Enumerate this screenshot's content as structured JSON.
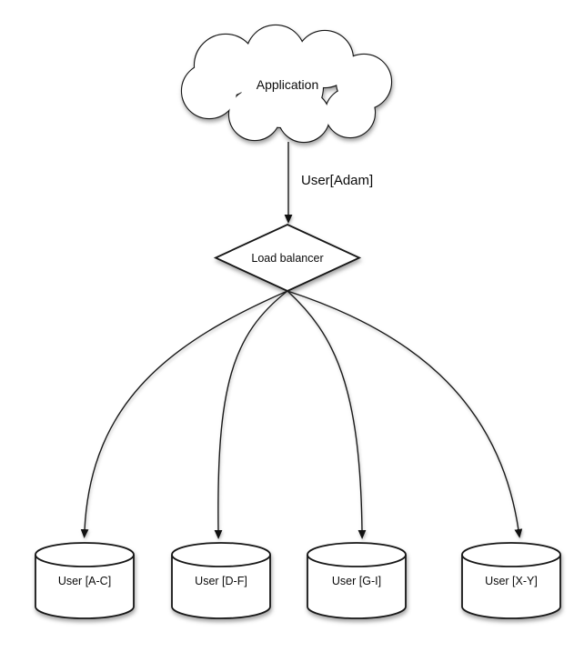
{
  "page": {
    "background": "#ffffff"
  },
  "diagram": {
    "type": "load-balanced-sharding-architecture",
    "colors": {
      "shape_fill": "#ffffff",
      "shape_stroke": "#161616",
      "edge_stroke": "#1a1a1a",
      "text": "#0a0a0a",
      "shadow": "rgba(50,50,50,0.45)"
    },
    "application": {
      "label": "Application",
      "shape": "cloud"
    },
    "request_edge": {
      "label": "User[Adam]"
    },
    "load_balancer": {
      "label": "Load balancer",
      "shape": "diamond"
    },
    "shards": [
      {
        "label": "User [A-C]",
        "shape": "cylinder"
      },
      {
        "label": "User [D-F]",
        "shape": "cylinder"
      },
      {
        "label": "User [G-I]",
        "shape": "cylinder"
      },
      {
        "label": "User [X-Y]",
        "shape": "cylinder"
      }
    ]
  }
}
